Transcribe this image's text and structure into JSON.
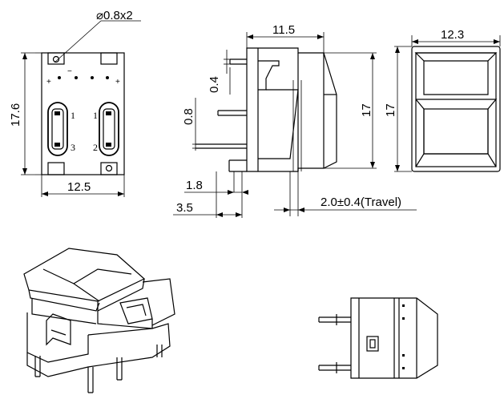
{
  "drawing": {
    "hole_note": "⌀0.8x2",
    "front_view": {
      "width_label": "12.5",
      "height_label": "17.6",
      "pin_1_top": "1",
      "pin_1_top_right": "1",
      "pin_3": "3",
      "pin_2": "2",
      "plus_left": "+",
      "plus_right": "+",
      "minus_label": "−"
    },
    "side_view": {
      "width_label": "11.5",
      "height_label": "17",
      "offset_label": "0.4",
      "pin_dia_label": "0.8",
      "pin_spacing_label": "1.8",
      "pin_length_label": "3.5",
      "travel_label": "2.0±0.4(Travel)"
    },
    "cap_view": {
      "width_label": "12.3",
      "height_label": "17"
    }
  }
}
